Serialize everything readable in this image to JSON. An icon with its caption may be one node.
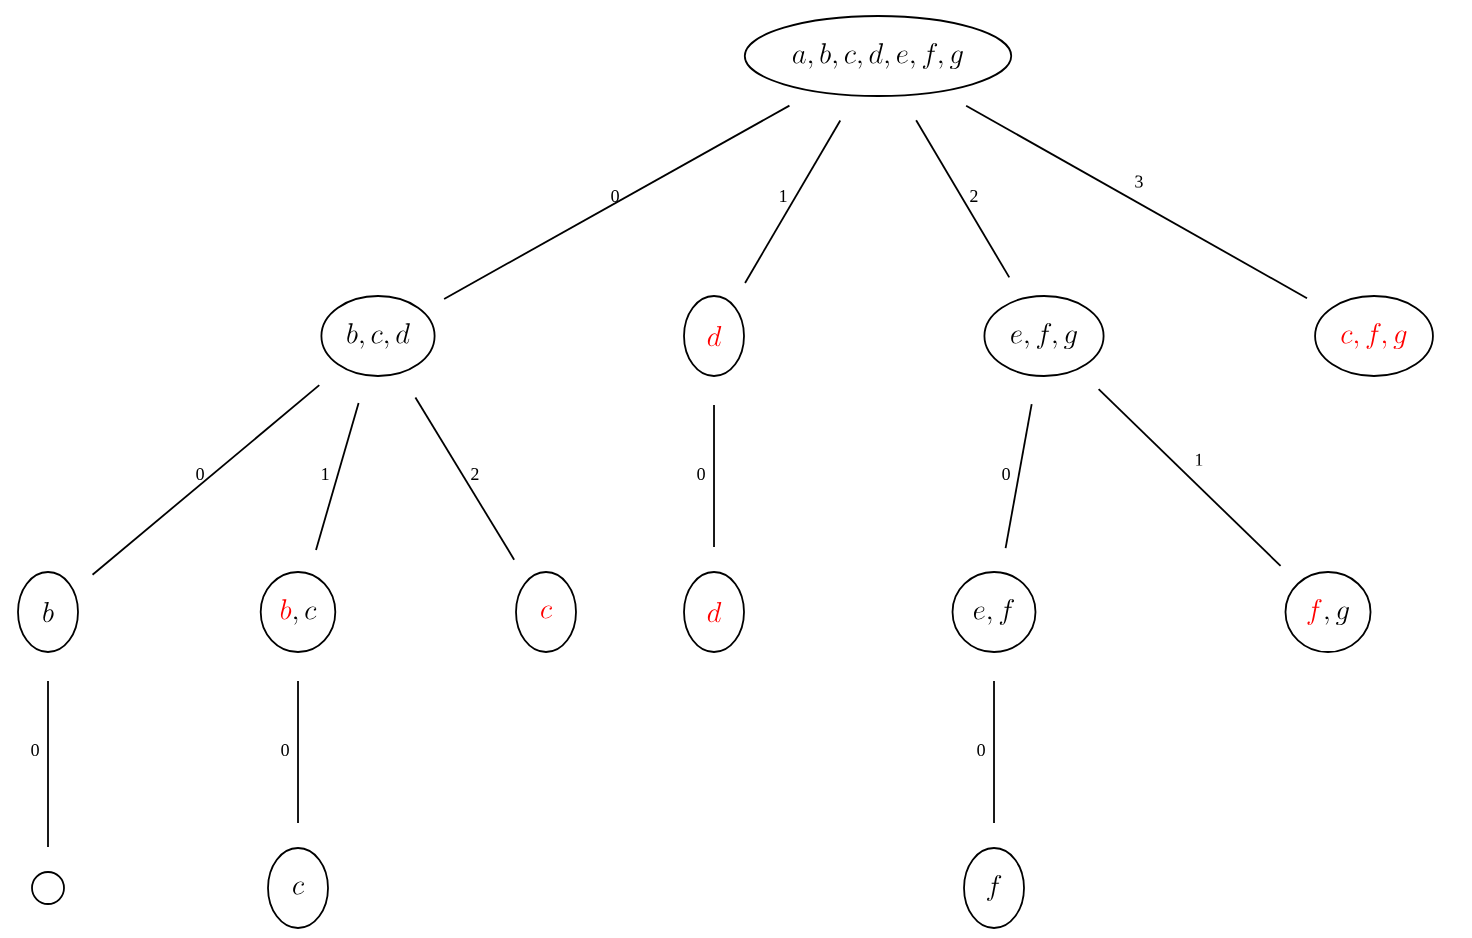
{
  "diagram": {
    "nodes": [
      {
        "text": [
          "a, b, c, d, e, f, g"
        ]
      },
      {
        "text": [
          "b, c, d"
        ]
      },
      {
        "text": [
          "\\textcolor{red}{d}"
        ]
      },
      {
        "text": [
          "e, f, g"
        ]
      },
      {
        "text": [
          "\\textcolor{red}{c, f, g}"
        ]
      },
      {
        "text": [
          "b"
        ]
      },
      {
        "text": [
          "\\textcolor{red}{b}, c"
        ]
      },
      {
        "text": [
          "\\textcolor{red}{c}"
        ]
      },
      {
        "text": [
          "\\textcolor{red}{d}"
        ]
      },
      {
        "text": [
          "e, f"
        ]
      },
      {
        "text": [
          "\\textcolor{red}{f}, g"
        ]
      },
      {
        "text": [],
        "shape": "circle"
      },
      {
        "text": [
          "c"
        ]
      },
      {
        "text": [
          "f"
        ]
      }
    ],
    "edges": [
      {
        "from": 0,
        "to": 1,
        "arrow": "none",
        "label": "0"
      },
      {
        "from": 0,
        "to": 2,
        "arrow": "none",
        "label": "1"
      },
      {
        "from": 0,
        "to": 3,
        "arrow": "none",
        "label": "2"
      },
      {
        "from": 0,
        "to": 4,
        "arrow": "none",
        "label": "3"
      },
      {
        "from": 1,
        "to": 5,
        "arrow": "none",
        "label": "0"
      },
      {
        "from": 1,
        "to": 6,
        "arrow": "none",
        "label": "1"
      },
      {
        "from": 1,
        "to": 7,
        "arrow": "none",
        "label": "2"
      },
      {
        "from": 2,
        "to": 8,
        "arrow": "none",
        "label": "0"
      },
      {
        "from": 3,
        "to": 9,
        "arrow": "none",
        "label": "0"
      },
      {
        "from": 3,
        "to": 10,
        "arrow": "none",
        "label": "1"
      },
      {
        "from": 5,
        "to": 11,
        "arrow": "none",
        "label": "0"
      },
      {
        "from": 6,
        "to": 12,
        "arrow": "none",
        "label": "0"
      },
      {
        "from": 9,
        "to": 13,
        "arrow": "none",
        "label": "0"
      }
    ]
  }
}
